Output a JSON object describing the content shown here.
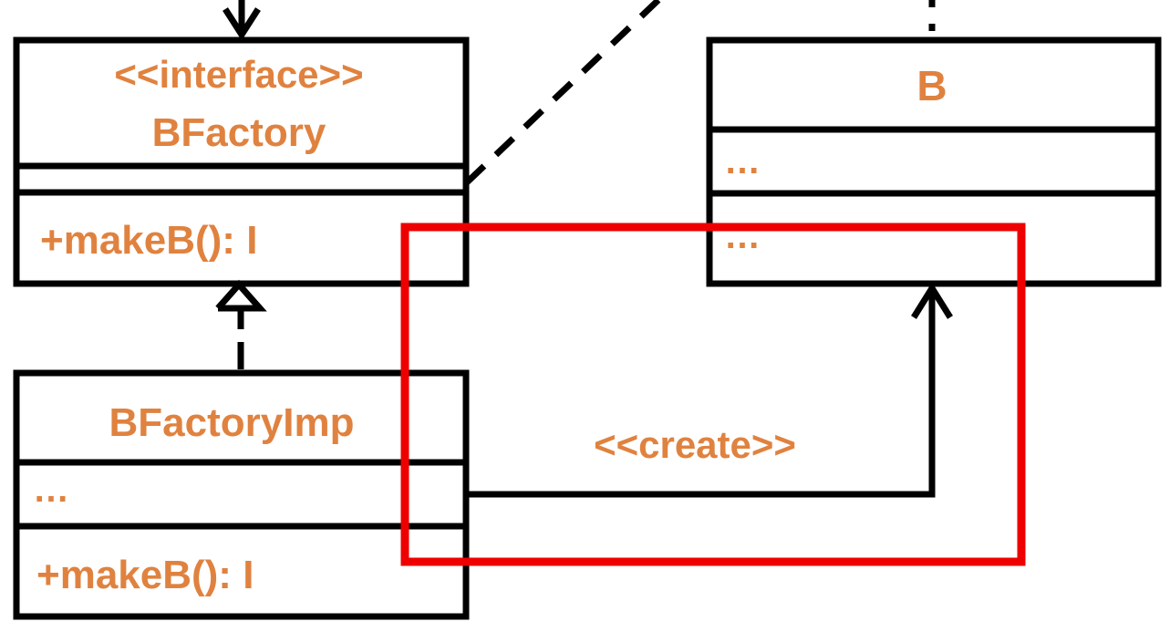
{
  "colors": {
    "text": "#E0823F",
    "line": "#000000",
    "highlight": "#EE0000",
    "background": "#FFFFFF"
  },
  "bfactory": {
    "stereotype": "<<interface>>",
    "name": "BFactory",
    "operation": "+makeB(): I"
  },
  "b_class": {
    "name": "B",
    "attributes": "…",
    "operations": "…"
  },
  "bfactory_imp": {
    "name": "BFactoryImp",
    "attributes": "…",
    "operation": "+makeB(): I"
  },
  "relation": {
    "label": "<<create>>"
  }
}
